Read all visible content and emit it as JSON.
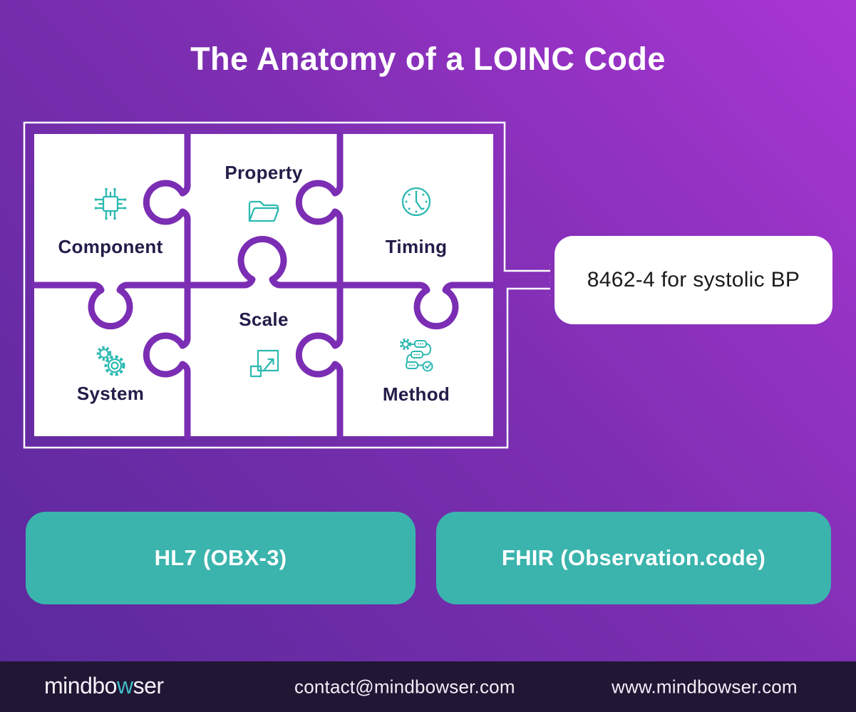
{
  "title": "The Anatomy of a LOINC Code",
  "puzzle": {
    "pieces": [
      {
        "label": "Component",
        "icon": "chip-icon"
      },
      {
        "label": "Property",
        "icon": "folder-icon"
      },
      {
        "label": "Timing",
        "icon": "clock-icon"
      },
      {
        "label": "System",
        "icon": "gears-icon"
      },
      {
        "label": "Scale",
        "icon": "resize-icon"
      },
      {
        "label": "Method",
        "icon": "workflow-icon"
      }
    ]
  },
  "result_box": {
    "text": "8462-4 for systolic BP"
  },
  "standards": [
    {
      "label": "HL7 (OBX-3)"
    },
    {
      "label": "FHIR (Observation.code)"
    }
  ],
  "footer": {
    "logo": {
      "prefix": "mindbo",
      "highlight": "w",
      "suffix": "ser"
    },
    "email": "contact@mindbowser.com",
    "website": "www.mindbowser.com"
  },
  "colors": {
    "background_start": "#59299b",
    "background_end": "#a936d3",
    "puzzle_line": "#7b2db4",
    "accent_teal": "#3ab4ad",
    "icon_teal": "#2cb9b1",
    "label_navy": "#221d49",
    "footer_bg": "#211634",
    "frame_white": "#ffffff"
  }
}
